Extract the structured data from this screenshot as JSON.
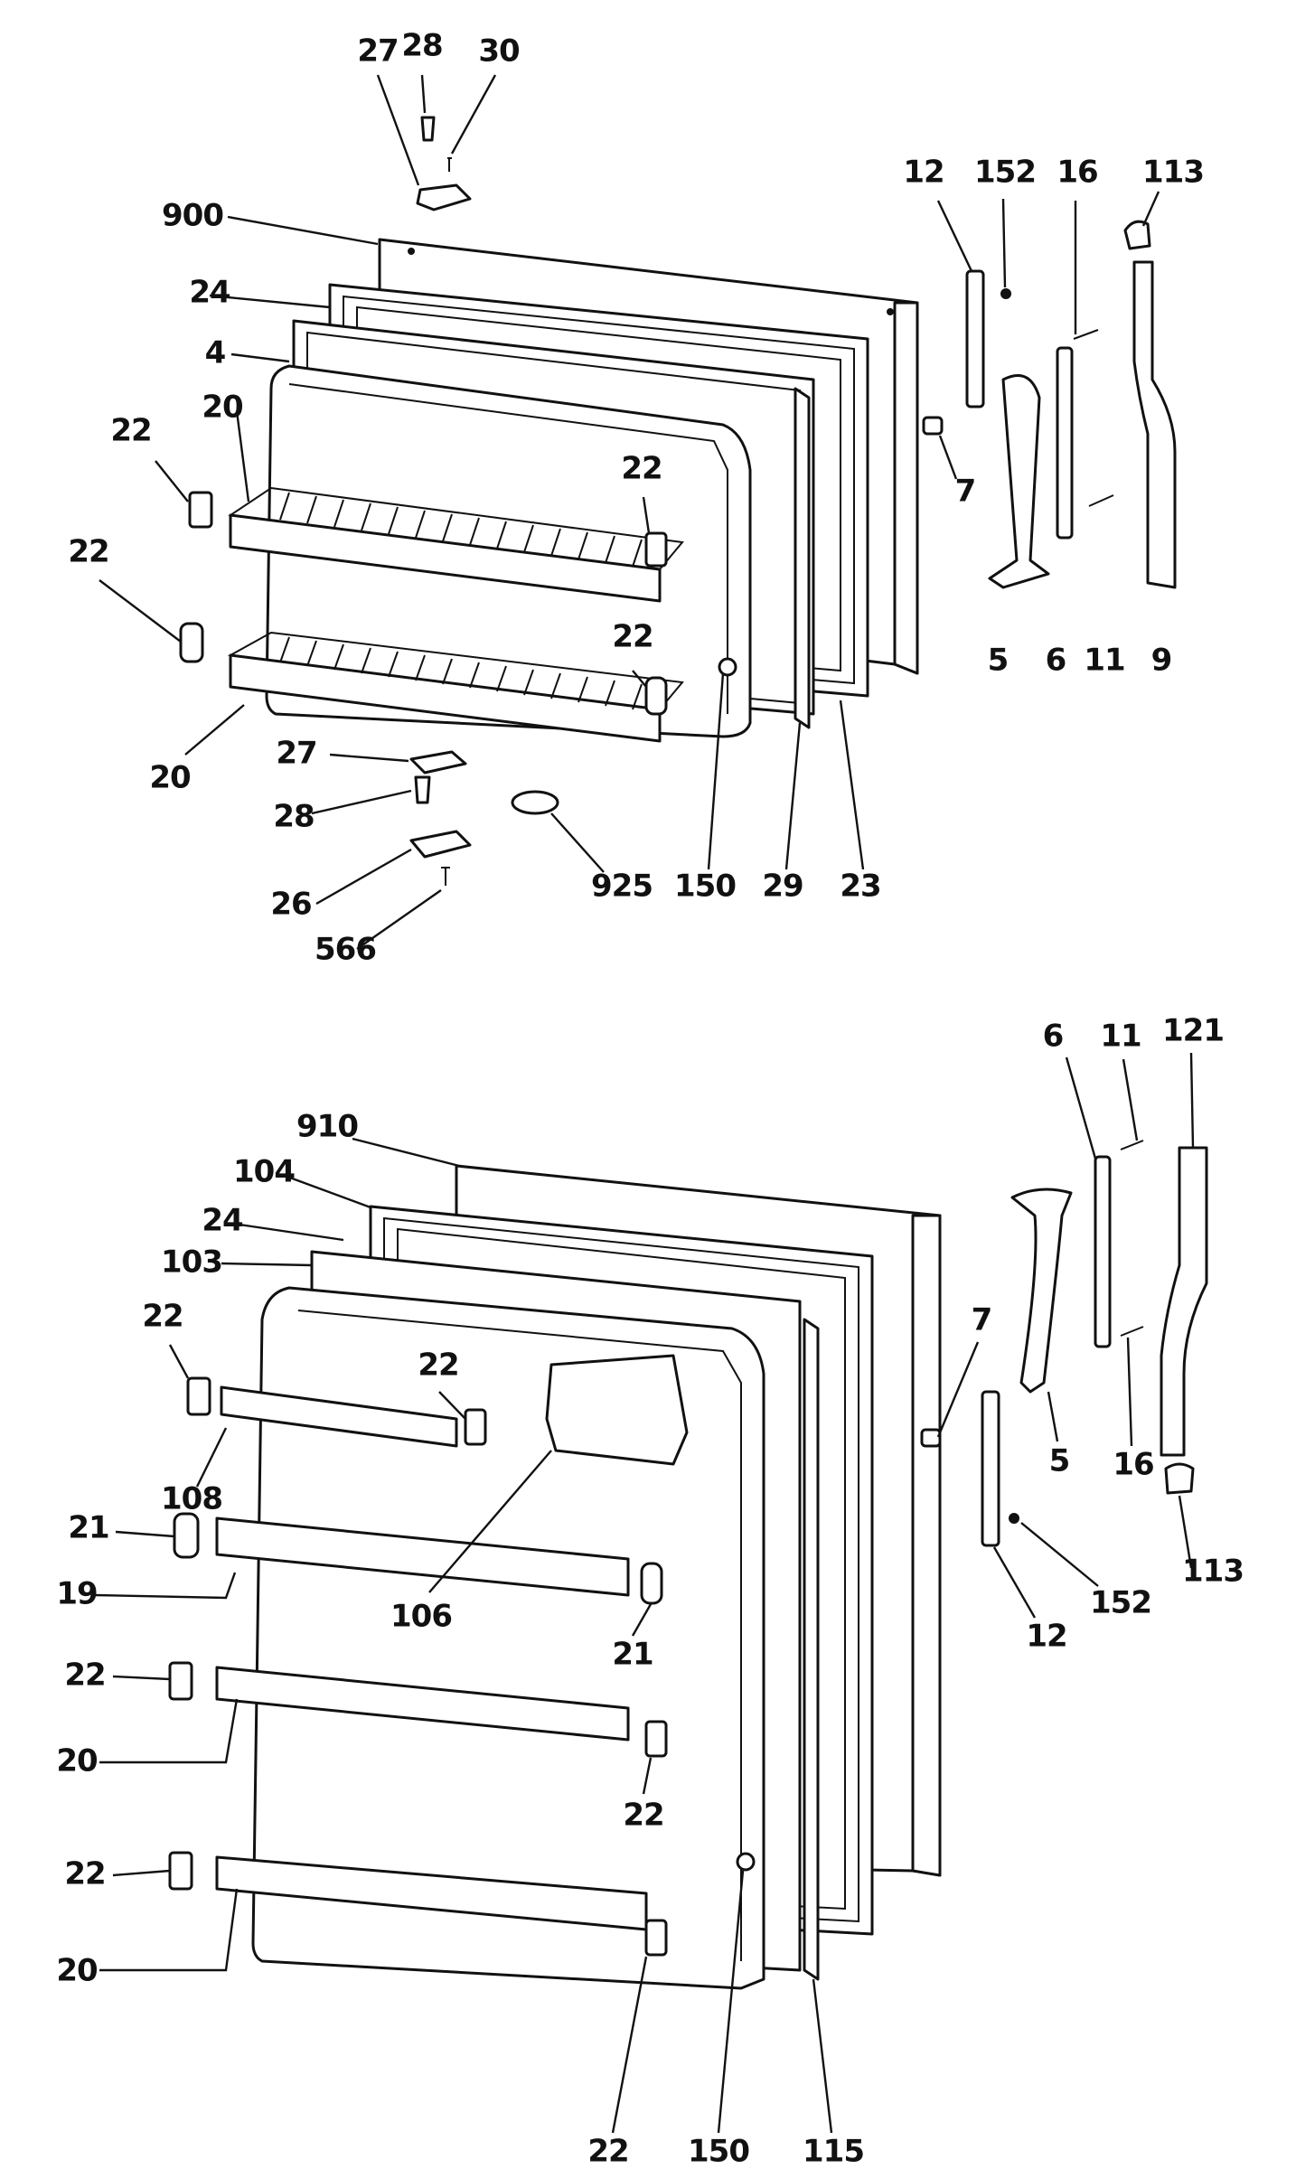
{
  "upper_assembly": {
    "labels": [
      "27",
      "28",
      "30",
      "900",
      "24",
      "4",
      "20",
      "22",
      "22",
      "22",
      "22",
      "20",
      "12",
      "152",
      "16",
      "113",
      "7",
      "5",
      "6",
      "11",
      "9",
      "27",
      "28",
      "26",
      "566",
      "925",
      "150",
      "29",
      "23"
    ]
  },
  "lower_assembly": {
    "labels": [
      "910",
      "104",
      "24",
      "103",
      "22",
      "22",
      "108",
      "21",
      "19",
      "106",
      "21",
      "22",
      "20",
      "22",
      "22",
      "20",
      "22",
      "150",
      "115",
      "6",
      "11",
      "121",
      "7",
      "5",
      "16",
      "113",
      "152",
      "12"
    ]
  }
}
